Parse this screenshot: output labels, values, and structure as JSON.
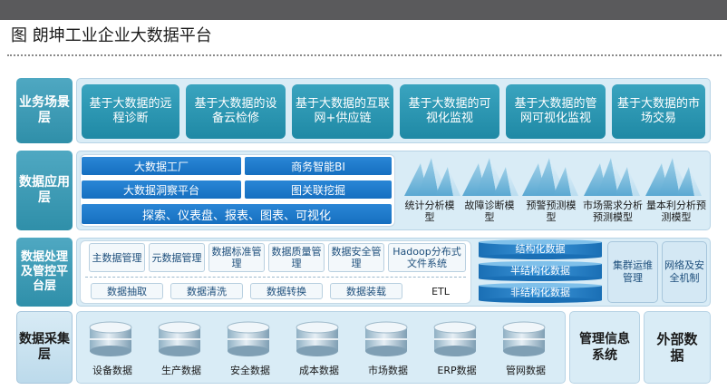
{
  "header": {
    "title": "图 朗坤工业企业大数据平台"
  },
  "layers": [
    {
      "label": "业务场景层"
    },
    {
      "label": "数据应用层"
    },
    {
      "label": "数据处理及管控平台层"
    },
    {
      "label": "数据采集层"
    }
  ],
  "business": [
    "基于大数据的远程诊断",
    "基于大数据的设备云检修",
    "基于大数据的互联网+供应链",
    "基于大数据的可视化监视",
    "基于大数据的管网可视化监视",
    "基于大数据的市场交易"
  ],
  "application": {
    "bars": [
      "大数据工厂",
      "商务智能BI",
      "大数据洞察平台",
      "图关联挖掘"
    ],
    "wide": "探索、仪表盘、报表、图表、可视化",
    "models": [
      "统计分析模型",
      "故障诊断模型",
      "预警预测模型",
      "市场需求分析预测模型",
      "量本利分析预测模型"
    ]
  },
  "processing": {
    "mgmt": [
      "主数据管理",
      "元数据管理",
      "数据标准管理",
      "数据质量管理",
      "数据安全管理",
      "Hadoop分布式文件系统"
    ],
    "etl_steps": [
      "数据抽取",
      "数据清洗",
      "数据转换",
      "数据装载"
    ],
    "etl_label": "ETL",
    "stores": [
      "结构化数据",
      "半结构化数据",
      "非结构化数据"
    ],
    "side": [
      "集群运维管理",
      "网络及安全机制"
    ]
  },
  "collection": {
    "sources": [
      "设备数据",
      "生产数据",
      "安全数据",
      "成本数据",
      "市场数据",
      "ERP数据",
      "管网数据"
    ],
    "management": "管理信息系统",
    "external": "外部数据"
  },
  "colors": {
    "teal": "#2f8fa9",
    "blue": "#1a78c8",
    "panel": "#d9ecf6"
  }
}
